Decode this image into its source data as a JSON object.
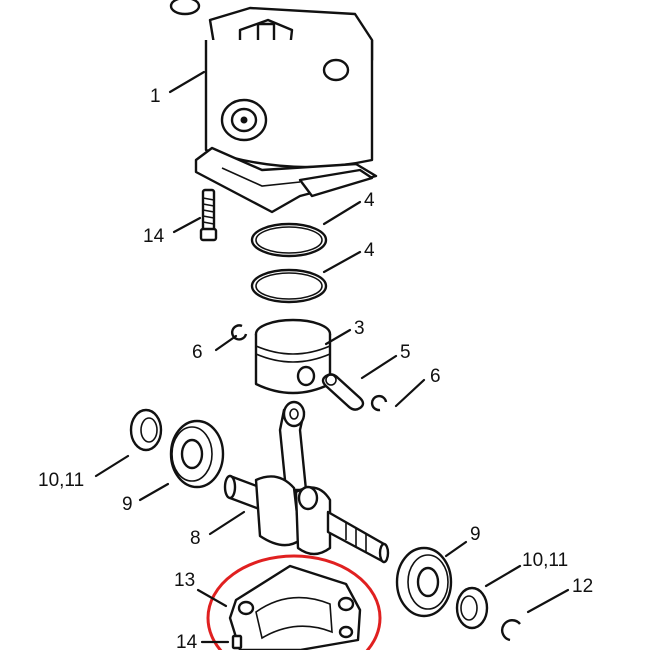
{
  "labels": {
    "l1": "1",
    "l14a": "14",
    "l4a": "4",
    "l4b": "4",
    "l3": "3",
    "l6a": "6",
    "l5": "5",
    "l6b": "6",
    "l1011a": "10,11",
    "l9a": "9",
    "l8": "8",
    "l9b": "9",
    "l1011b": "10,11",
    "l12": "12",
    "l13": "13",
    "l14b": "14"
  },
  "colors": {
    "line": "#111111",
    "highlight": "#e02020",
    "background": "#ffffff"
  }
}
